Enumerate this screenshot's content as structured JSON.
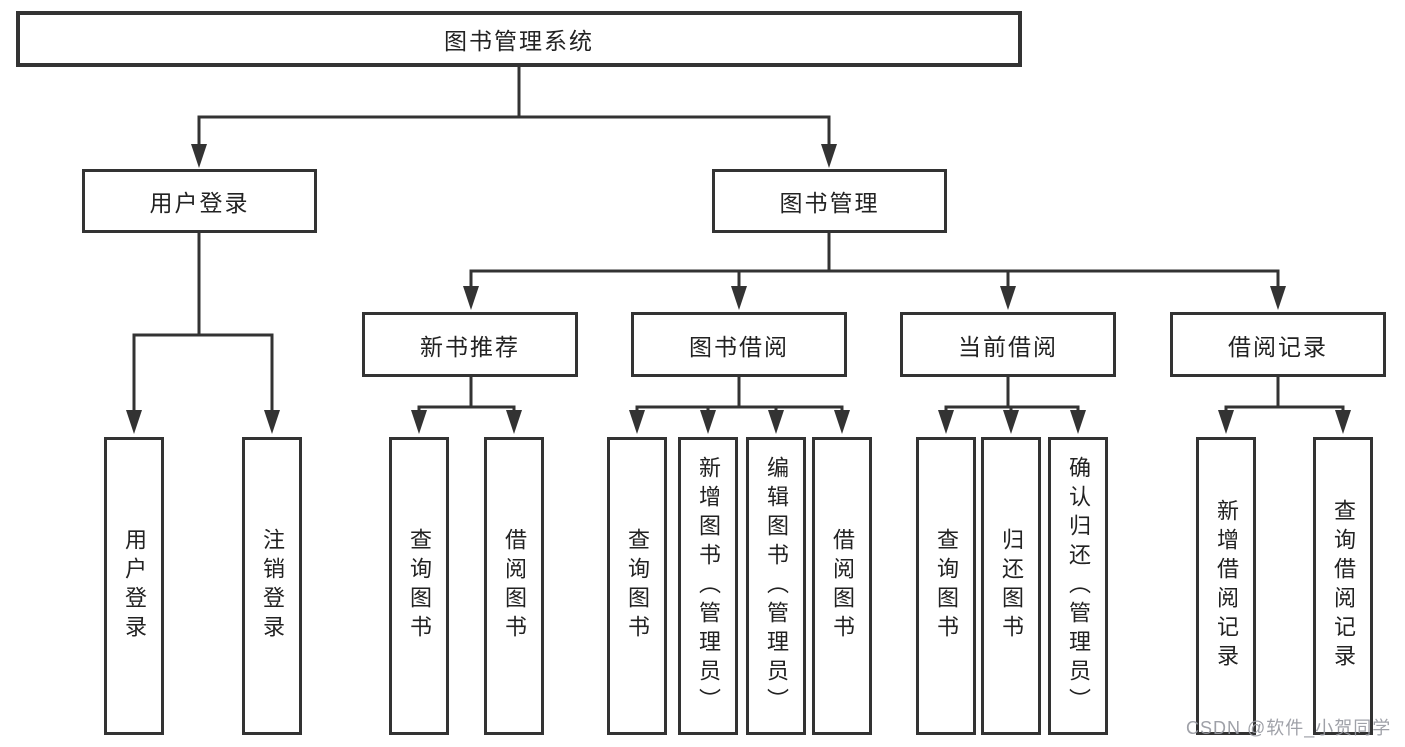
{
  "nodes": {
    "root": {
      "label": "图书管理系统"
    },
    "user_login": {
      "label": "用户登录"
    },
    "book_management": {
      "label": "图书管理"
    },
    "new_book_recommend": {
      "label": "新书推荐"
    },
    "book_borrowing": {
      "label": "图书借阅"
    },
    "current_borrowing": {
      "label": "当前借阅"
    },
    "borrowing_records": {
      "label": "借阅记录"
    },
    "user_login_children": [
      {
        "label": "用户登录"
      },
      {
        "label": "注销登录"
      }
    ],
    "new_book_children": [
      {
        "label": "查询图书"
      },
      {
        "label": "借阅图书"
      }
    ],
    "book_borrowing_children": [
      {
        "label": "查询图书"
      },
      {
        "label": "新增图书（管理员）"
      },
      {
        "label": "编辑图书（管理员）"
      },
      {
        "label": "借阅图书"
      }
    ],
    "current_borrowing_children": [
      {
        "label": "查询图书"
      },
      {
        "label": "归还图书"
      },
      {
        "label": "确认归还（管理员）"
      }
    ],
    "borrowing_records_children": [
      {
        "label": "新增借阅记录"
      },
      {
        "label": "查询借阅记录"
      }
    ]
  },
  "watermark": {
    "text": "CSDN @软件_小贺同学"
  },
  "colors": {
    "line": "#333333",
    "border": "#333333",
    "text": "#222222",
    "background": "#ffffff",
    "watermark": "#97999f"
  }
}
